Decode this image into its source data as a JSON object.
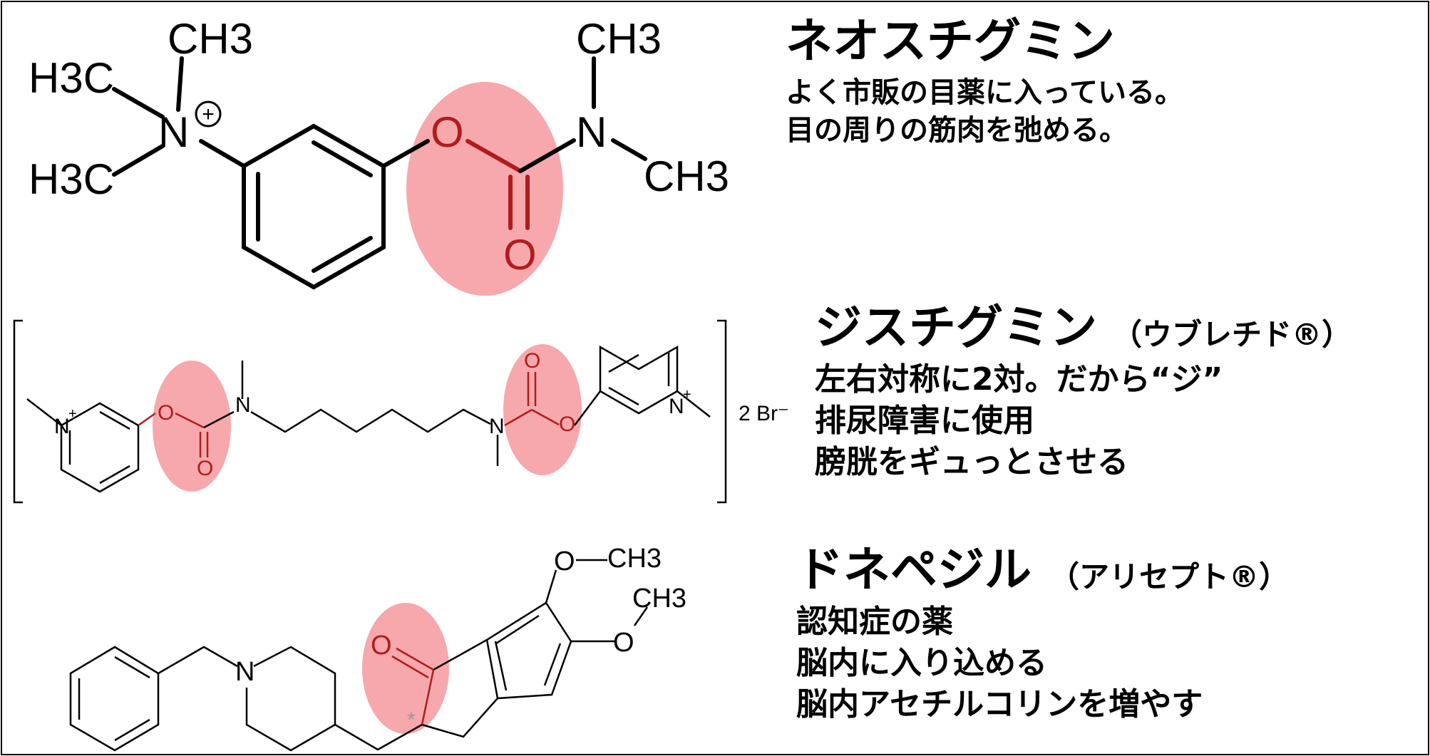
{
  "colors": {
    "highlight": "#f7a8ac",
    "border": "#000000",
    "bond_black": "#000000",
    "bond_red": "#b01c1c",
    "stereo_grey": "#999999"
  },
  "drugs": [
    {
      "name": "ネオスチグミン",
      "brand": "",
      "descriptions": [
        "よく市販の目薬に入っている。",
        "目の周りの筋肉を弛める。"
      ]
    },
    {
      "name": "ジスチグミン",
      "brand": "（ウブレチド®）",
      "descriptions": [
        "左右対称に2対。だから“ジ”",
        "排尿障害に使用",
        "膀胱をギュっとさせる"
      ]
    },
    {
      "name": "ドネペジル",
      "brand": "（アリセプト®）",
      "descriptions": [
        "認知症の薬",
        "脳内に入り込める",
        "脳内アセチルコリンを増やす"
      ]
    }
  ],
  "structures": {
    "neostigmine": {
      "labels": {
        "ch3_top": "CH3",
        "h3c_upper": "H3C",
        "h3c_lower": "H3C",
        "n_plus": "N",
        "plus": "+",
        "o_ester": "O",
        "n_amide": "N",
        "ch3_amide_top": "CH3",
        "ch3_amide_right": "CH3",
        "o_carbonyl": "O"
      }
    },
    "distigmine": {
      "labels": {
        "n_left": "N",
        "plus_left": "+",
        "o_left": "O",
        "o_left_carbonyl": "O",
        "n_left_amide": "N",
        "n_right_amide": "N",
        "o_right_carbonyl": "O",
        "o_right": "O",
        "n_right": "N",
        "plus_right": "+",
        "counterion": "2 Br⁻"
      }
    },
    "donepezil": {
      "labels": {
        "n_piperidine": "N",
        "o_ketone": "O",
        "o_methoxy_top": "O",
        "ch3_top": "CH3",
        "o_methoxy_bottom": "O",
        "ch3_bottom": "CH3",
        "stereo_mark": "*"
      }
    }
  }
}
